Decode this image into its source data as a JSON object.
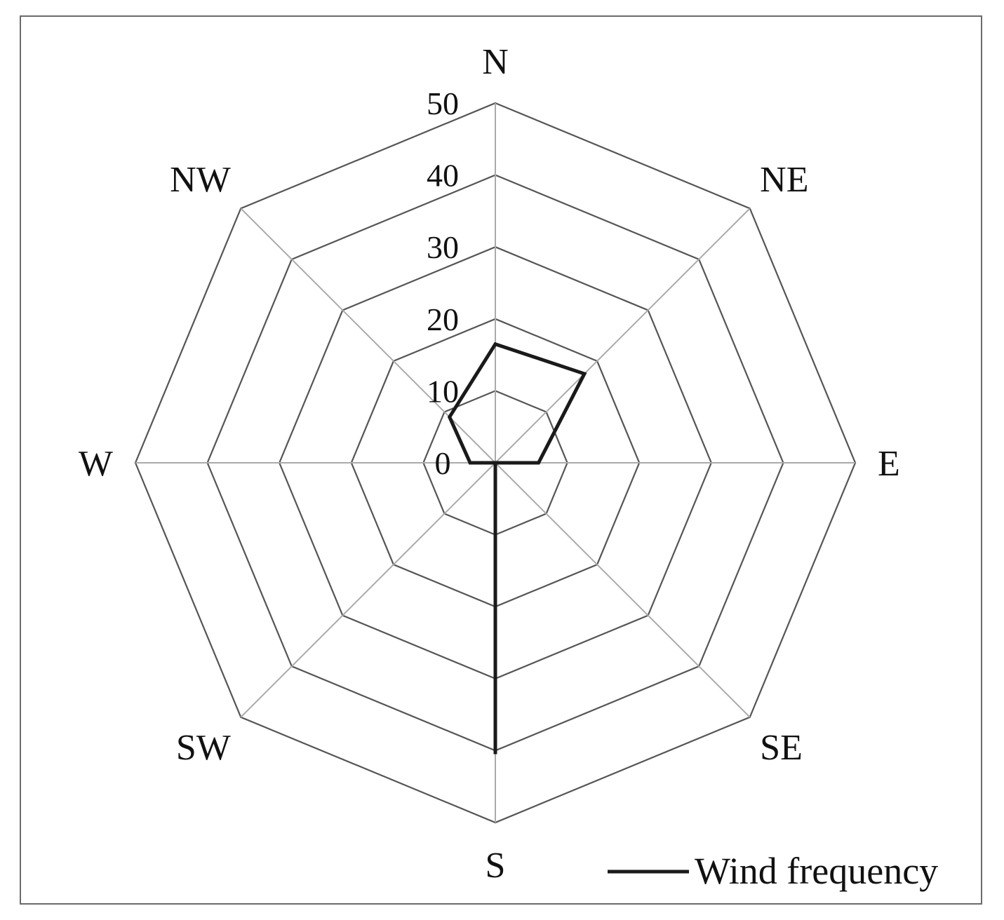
{
  "chart_data": {
    "type": "radar",
    "categories": [
      "N",
      "NE",
      "E",
      "SE",
      "S",
      "SW",
      "W",
      "NW"
    ],
    "series": [
      {
        "name": "Wind frequency",
        "values": [
          16.5,
          17.5,
          6,
          0,
          40.5,
          0,
          3.5,
          9
        ]
      }
    ],
    "radial_ticks": [
      "0",
      "10",
      "20",
      "30",
      "40",
      "50"
    ],
    "rlim": [
      0,
      50
    ],
    "legend": {
      "position": "bottom-right",
      "label": "Wind frequency"
    },
    "colors": {
      "series": "#1a1a1a",
      "grid": "#555555",
      "spokes": "#aaaaaa"
    }
  }
}
